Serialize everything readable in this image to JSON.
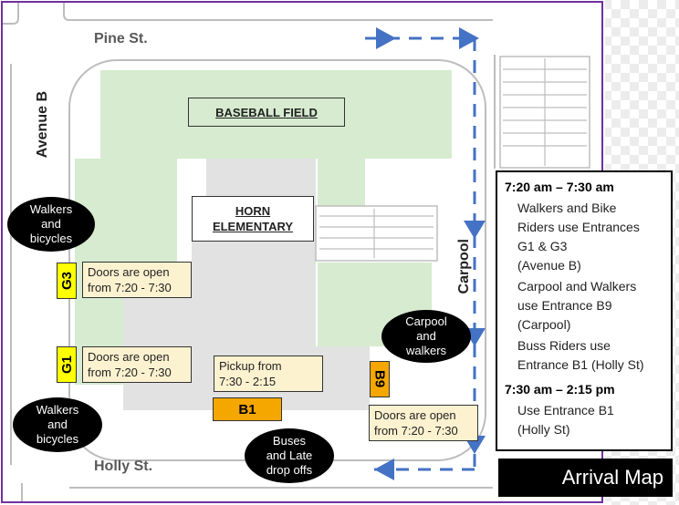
{
  "streets": {
    "north": "Pine St.",
    "south": "Holly St.",
    "west": "Avenue B",
    "east": "Carpool"
  },
  "buildings": {
    "baseball_field": "BASEBALL FIELD",
    "school_line1": "HORN",
    "school_line2": "ELEMENTARY"
  },
  "entrances": {
    "g3": "G3",
    "g1": "G1",
    "b9": "B9",
    "b1": "B1"
  },
  "notes": {
    "g3_doors": {
      "line1": "Doors are open",
      "line2": "from 7:20 - 7:30"
    },
    "g1_doors": {
      "line1": "Doors are open",
      "line2": "from 7:20 - 7:30"
    },
    "pickup": {
      "line1": "Pickup from",
      "line2": "7:30 - 2:15"
    },
    "b9_doors": {
      "line1": "Doors are open",
      "line2": "from 7:20 - 7:30"
    }
  },
  "bubbles": {
    "walkers_top": {
      "line1": "Walkers",
      "line2": "and",
      "line3": "bicycles"
    },
    "walkers_bottom": {
      "line1": "Walkers",
      "line2": "and",
      "line3": "bicycles"
    },
    "carpool": {
      "line1": "Carpool",
      "line2": "and",
      "line3": "walkers"
    },
    "buses": {
      "line1": "Buses",
      "line2": "and Late",
      "line3": "drop offs"
    }
  },
  "schedule": {
    "slot1_time": "7:20 am – 7:30 am",
    "slot1_lines": [
      "Walkers and Bike",
      "Riders use Entrances",
      "G1 & G3",
      "(Avenue B)",
      "Carpool and Walkers",
      "use Entrance B9",
      "(Carpool)",
      "Buss Riders use",
      "Entrance B1 (Holly St)"
    ],
    "slot2_time": "7:30 am – 2:15 pm",
    "slot2_lines": [
      "Use Entrance B1",
      "(Holly St)"
    ]
  },
  "title": "Arrival Map",
  "colors": {
    "field_green": "#d6ebcf",
    "building_gray": "#e2e2e2",
    "route_blue": "#4472c4",
    "entrance_yellow": "#ffff00",
    "entrance_orange": "#f5a700",
    "note_fill": "#fdf2d0",
    "border_purple": "#7030a0"
  }
}
